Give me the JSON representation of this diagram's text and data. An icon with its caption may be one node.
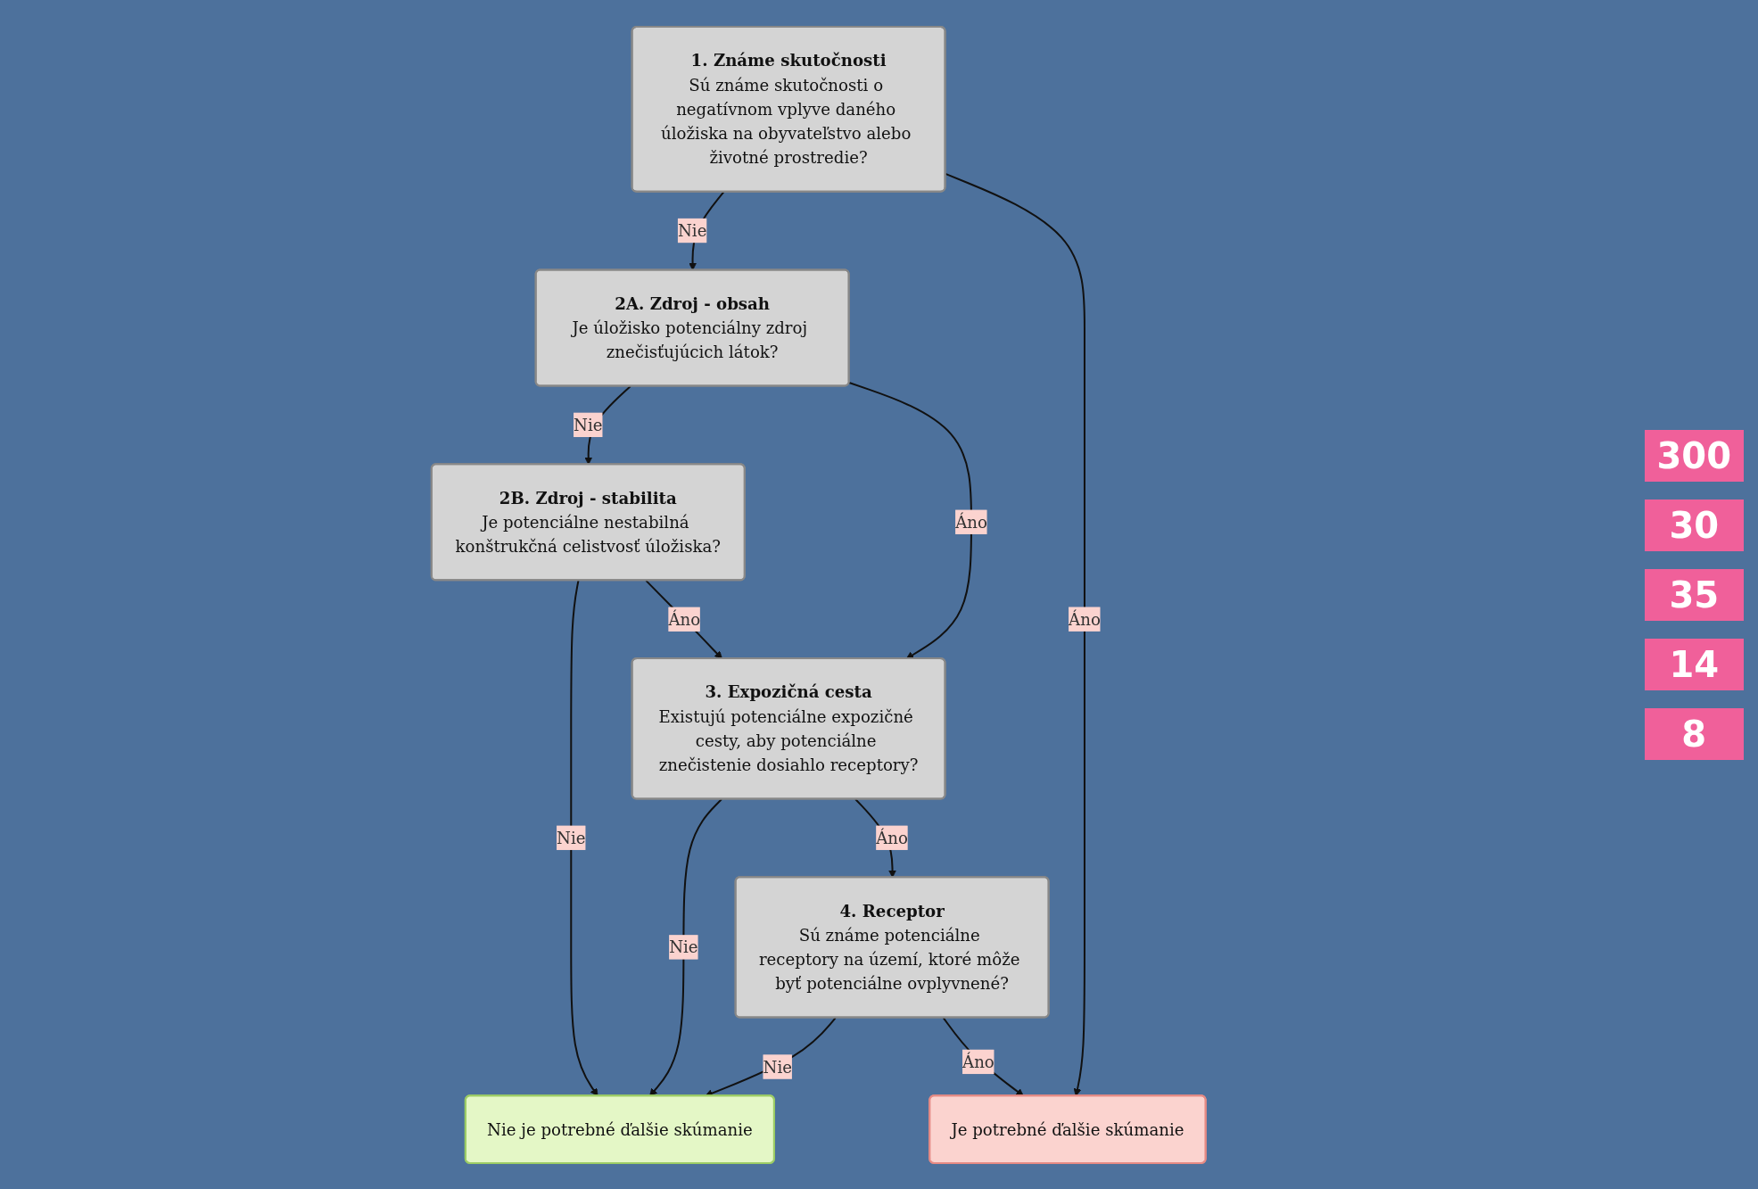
{
  "diagram": {
    "nodes": [
      {
        "text": [
          "1. Známe skutočnosti",
          "Sú známe skutočnosti o negatívnom vplyve daného úložiska na obyvateľstvo alebo životné prostredie?"
        ]
      },
      {
        "text": [
          "2A. Zdroj - obsah",
          "Je úložisko potenciálny zdroj znečisťujúcich látok?"
        ]
      },
      {
        "text": [
          "2B. Zdroj - stabilita",
          "Je potenciálne nestabilná konštrukčná celistvosť úložiska?"
        ]
      },
      {
        "text": [
          "3. Expozičná cesta",
          "Existujú potenciálne expozičné cesty, aby potenciálne znečistenie dosiahlo receptory?"
        ]
      },
      {
        "text": [
          "4. Receptor",
          "Sú známe potenciálne receptory na území, ktoré môže byť potenciálne ovplyvnené?"
        ]
      },
      {
        "text": [
          "Nie je potrebné ďalšie skúmanie"
        ]
      },
      {
        "text": [
          "Je potrebné ďalšie skúmanie"
        ]
      }
    ],
    "edges": [
      {
        "from": 0,
        "to": 1,
        "arrow": "to",
        "label": "Nie"
      },
      {
        "from": 0,
        "to": 6,
        "arrow": "to",
        "label": "Áno"
      },
      {
        "from": 1,
        "to": 2,
        "arrow": "to",
        "label": "Nie"
      },
      {
        "from": 1,
        "to": 3,
        "arrow": "to",
        "label": "Áno"
      },
      {
        "from": 2,
        "to": 5,
        "arrow": "to",
        "label": "Nie"
      },
      {
        "from": 2,
        "to": 3,
        "arrow": "to",
        "label": "Áno"
      },
      {
        "from": 3,
        "to": 5,
        "arrow": "to",
        "label": "Nie"
      },
      {
        "from": 3,
        "to": 4,
        "arrow": "to",
        "label": "Áno"
      },
      {
        "from": 4,
        "to": 5,
        "arrow": "to",
        "label": "Nie"
      },
      {
        "from": 4,
        "to": 6,
        "arrow": "to",
        "label": "Áno"
      }
    ],
    "labels": [
      "300",
      "30",
      "35",
      "14",
      "8"
    ]
  }
}
